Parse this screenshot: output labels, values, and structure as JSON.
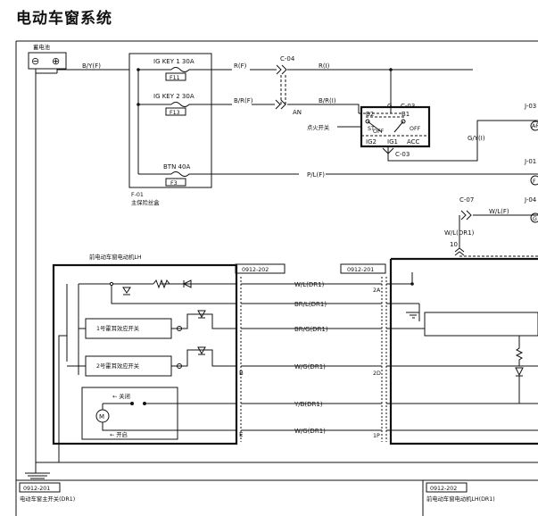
{
  "title": "电动车窗系统",
  "battery": {
    "label": "蓄电池",
    "neg": "⊖",
    "pos": "⊕"
  },
  "fuse_block": {
    "fuses": [
      {
        "name": "IG KEY 1 30A",
        "tag": "F11"
      },
      {
        "name": "IG KEY 2 30A",
        "tag": "F13"
      },
      {
        "name": "BTN 40A",
        "tag": "F3"
      }
    ],
    "code": "F-01",
    "label": "主保险丝盒"
  },
  "wires": {
    "battery_out": "B/Y(F)",
    "fuse1_out": "R(F)",
    "fuse1_cont": "R(I)",
    "fuse2_out": "B/R(F)",
    "fuse2_cont": "B/R(I)",
    "fuse3_out": "P/L(F)",
    "ign_out": "G/Y(I)",
    "wl_f": "W/L(F)",
    "wl_dr1": "W/L(DR1)",
    "brl": "BR/L(DR1)",
    "brg": "BR/G(DR1)",
    "wg": "W/G(DR1)",
    "yb": "Y/B(DR1)",
    "wg2": "W/G(DR1)"
  },
  "connectors": {
    "c04": "C-04",
    "an": "AN",
    "c03": "C-03",
    "c03b": "C-03",
    "g": "G",
    "c07": "C-07",
    "j03": "J-03",
    "j01": "J-01",
    "j04": "J-04",
    "pin_10": "10",
    "ar": "AR",
    "f": "F",
    "g_pin": "G"
  },
  "ignition": {
    "label": "点火开关",
    "b2": "B2",
    "b1": "B1",
    "st": "ST",
    "off_l": "OFF",
    "off_r": "OFF",
    "ig2": "IG2",
    "ig1": "IG1",
    "acc": "ACC"
  },
  "motor_module": {
    "title": "前电动车窗电动机LH",
    "switch1": "1号霍耳效应开关",
    "switch2": "2号霍耳效应开关",
    "close": "← 关闭",
    "open": "← 开启",
    "motor": "M",
    "conn_left": "0912-202",
    "conn_right": "0912-201",
    "pin_b": "B",
    "pin_e": "E",
    "pin_2a": "2A",
    "pin_2d": "2D",
    "pin_1p": "1P"
  },
  "footer": {
    "left_code": "0912-201",
    "left_label": "电动车窗主开关(DR1)",
    "right_code": "0912-202",
    "right_label": "前电动车窗电动机LH(DR1)"
  }
}
